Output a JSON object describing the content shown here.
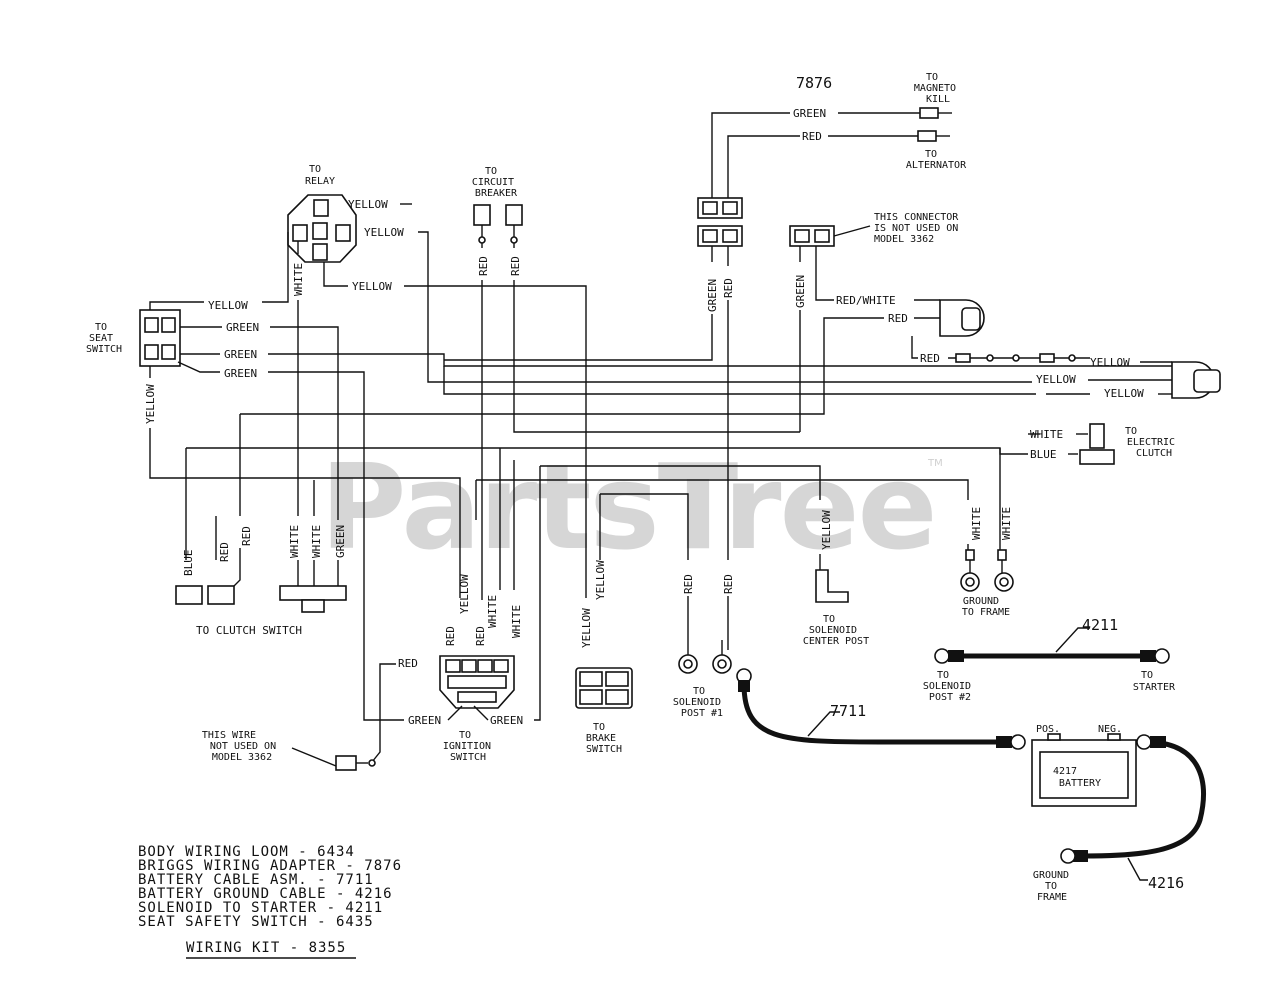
{
  "watermark": "PartsTree",
  "watermark_tm": "TM",
  "wire_colors": {
    "green": "GREEN",
    "red": "RED",
    "yellow": "YELLOW",
    "white": "WHITE",
    "blue": "BLUE",
    "red_white": "RED/WHITE"
  },
  "labels": {
    "adapter_number": "7876",
    "to_magneto_kill": [
      "TO",
      "MAGNETO",
      "KILL"
    ],
    "to_alternator": [
      "TO",
      "ALTERNATOR"
    ],
    "to_relay": [
      "TO",
      "RELAY"
    ],
    "to_circuit_breaker": [
      "TO",
      "CIRCUIT",
      "BREAKER"
    ],
    "connector_note": [
      "THIS CONNECTOR",
      "IS NOT USED ON",
      "MODEL 3362"
    ],
    "to_seat_switch": [
      "TO",
      "SEAT",
      "SWITCH"
    ],
    "to_electric_clutch": [
      "TO",
      "ELECTRIC",
      "CLUTCH"
    ],
    "to_clutch_switch": "TO CLUTCH SWITCH",
    "ground_to_frame_1": [
      "GROUND",
      "TO FRAME"
    ],
    "to_solenoid_center_post": [
      "TO",
      "SOLENOID",
      "CENTER POST"
    ],
    "to_solenoid_post_1": [
      "TO",
      "SOLENOID",
      "POST #1"
    ],
    "to_brake_switch": [
      "TO",
      "BRAKE",
      "SWITCH"
    ],
    "to_ignition_switch": [
      "TO",
      "IGNITION",
      "SWITCH"
    ],
    "wire_note": [
      "THIS WIRE",
      "NOT USED ON",
      "MODEL 3362"
    ],
    "to_solenoid_post_2": [
      "TO",
      "SOLENOID",
      "POST #2"
    ],
    "to_starter": [
      "TO",
      "STARTER"
    ],
    "battery_pos": "POS.",
    "battery_neg": "NEG.",
    "battery": [
      "4217",
      "BATTERY"
    ],
    "ground_to_frame_2": [
      "GROUND",
      "TO",
      "FRAME"
    ],
    "cable_4211": "4211",
    "cable_7711": "7711",
    "cable_4216": "4216"
  },
  "parts_list": [
    "BODY WIRING LOOM - 6434",
    "BRIGGS WIRING ADAPTER - 7876",
    "BATTERY CABLE ASM. - 7711",
    "BATTERY GROUND CABLE - 4216",
    "SOLENOID TO STARTER - 4211",
    "SEAT SAFETY SWITCH - 6435"
  ],
  "wiring_kit": "WIRING KIT - 8355"
}
